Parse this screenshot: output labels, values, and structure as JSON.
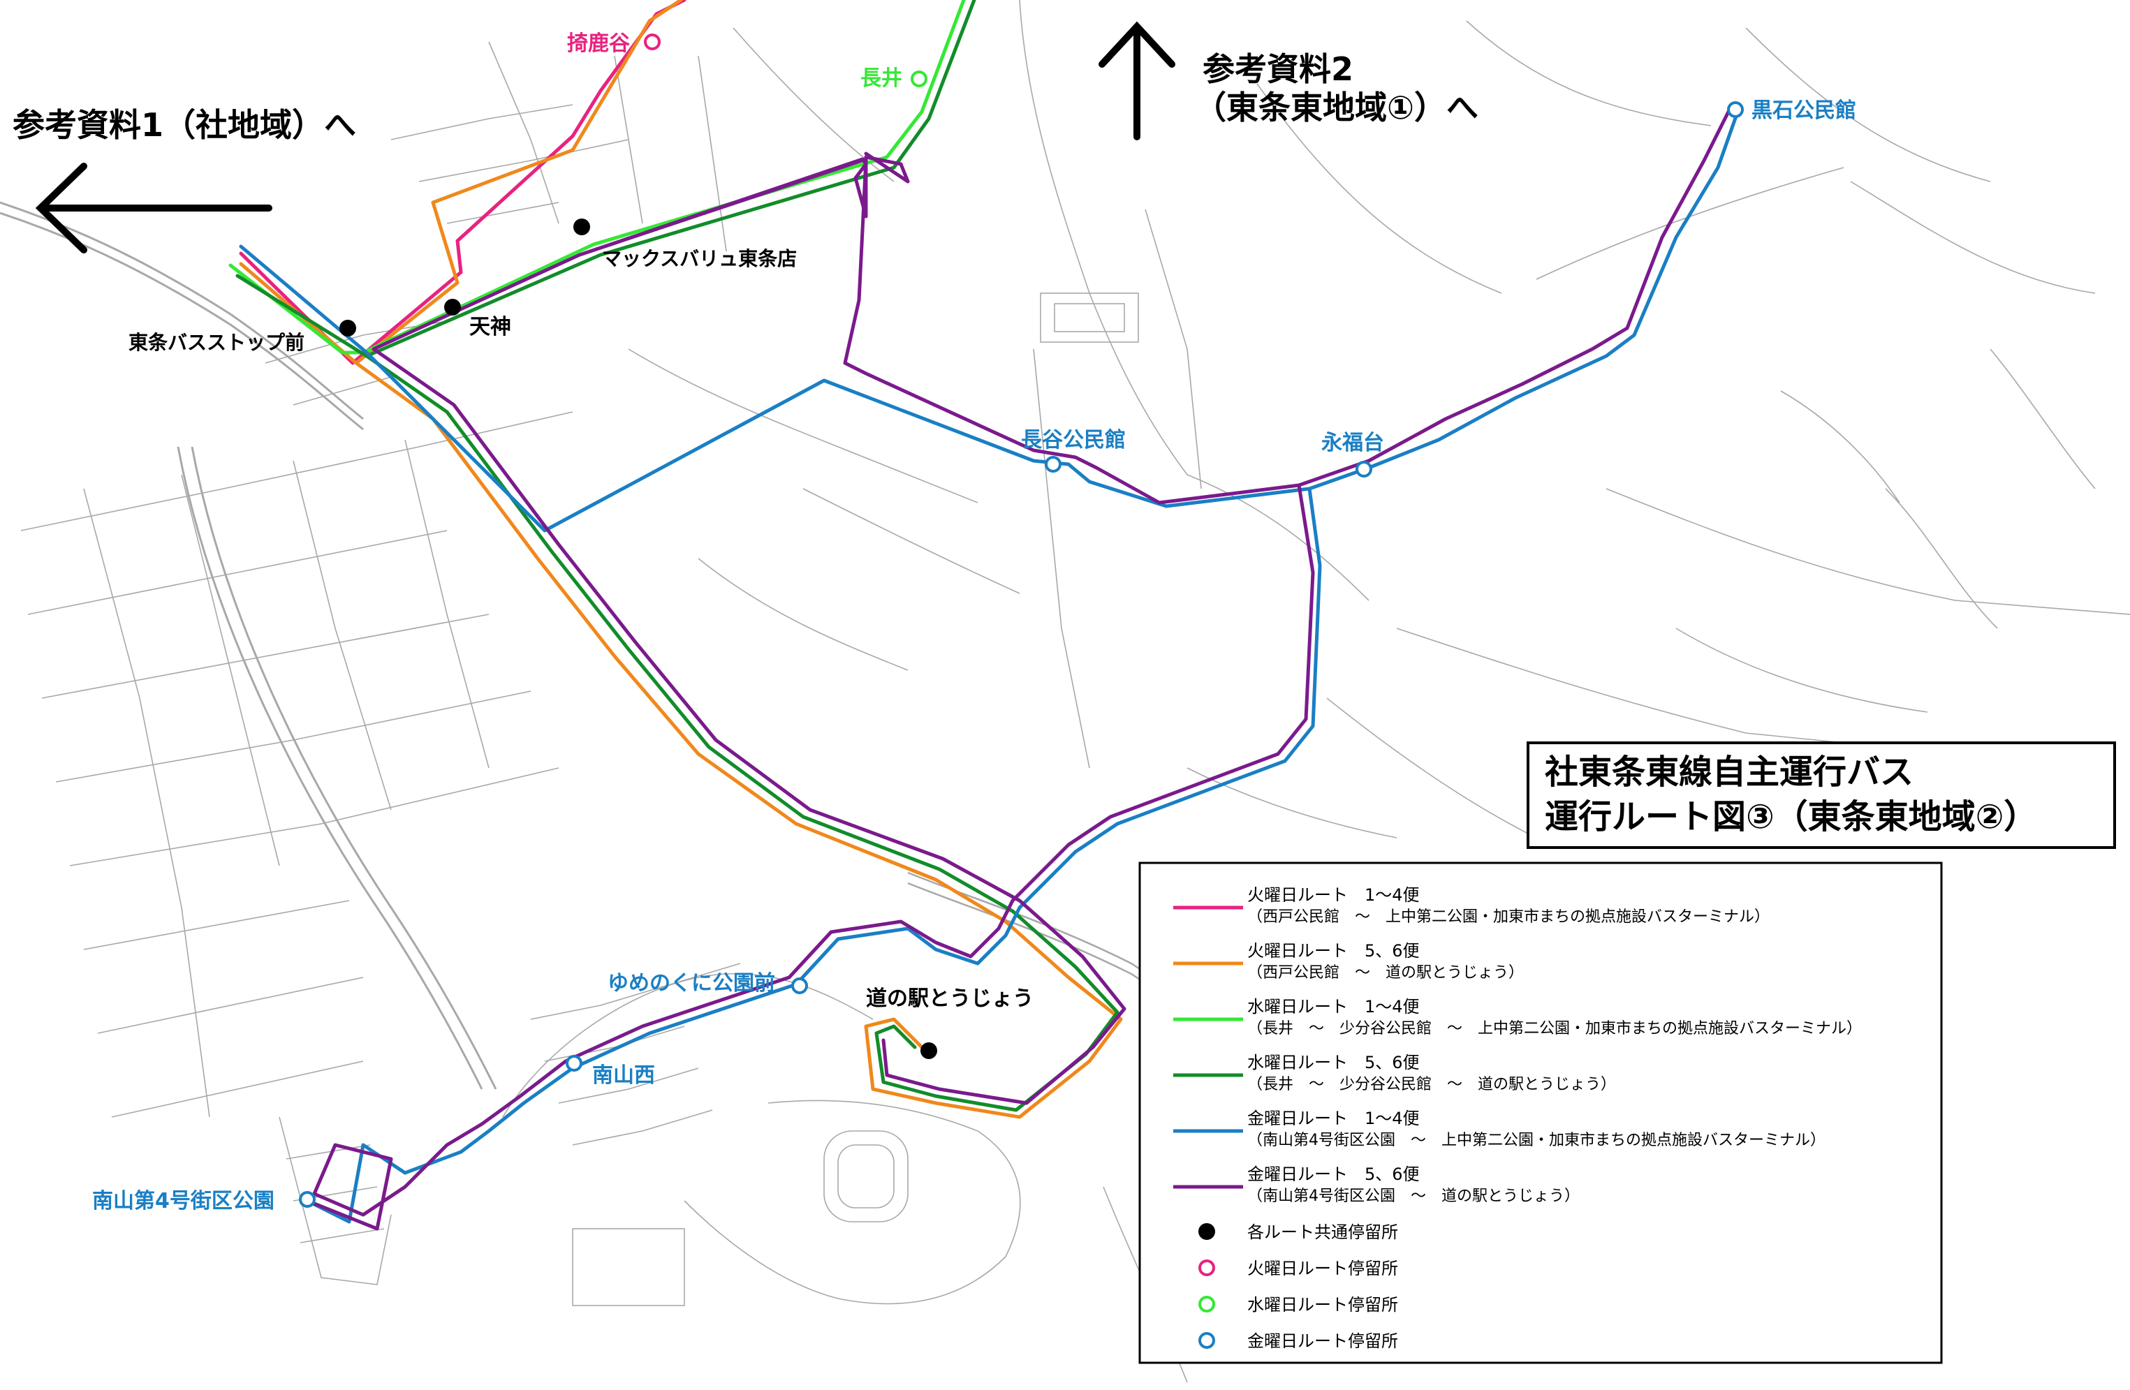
{
  "labels": {
    "ref1": "参考資料1（社地域）へ",
    "ref2_line1": "参考資料2",
    "ref2_line2": "（東条東地域①）へ",
    "title_line1": "社東条東線自主運行バス",
    "title_line2": "運行ルート図③（東条東地域②）"
  },
  "stops": {
    "sashikadani": "掎鹿谷",
    "nagai": "長井",
    "kuroishi": "黒石公民館",
    "maxvalu": "マックスバリュ東条店",
    "tenjin": "天神",
    "tojo_bus": "東条バスストップ前",
    "hasedani": "長谷公民館",
    "eifukudai": "永福台",
    "yumenokuni": "ゆめのくに公園前",
    "michinoeki": "道の駅とうじょう",
    "minamiyama_nishi": "南山西",
    "minamiyama4": "南山第4号街区公園"
  },
  "legend": {
    "routes": [
      {
        "title": "火曜日ルート　1～4便",
        "sub": "（西戸公民館　～　上中第二公園・加東市まちの拠点施設バスターミナル）",
        "color": "#e8227f"
      },
      {
        "title": "火曜日ルート　5、6便",
        "sub": "（西戸公民館　～　道の駅とうじょう）",
        "color": "#f0881c"
      },
      {
        "title": "水曜日ルート　1～4便",
        "sub": "（長井　～　少分谷公民館　～　上中第二公園・加東市まちの拠点施設バスターミナル）",
        "color": "#35e835"
      },
      {
        "title": "水曜日ルート　5、6便",
        "sub": "（長井　～　少分谷公民館　～　道の駅とうじょう）",
        "color": "#128c2a"
      },
      {
        "title": "金曜日ルート　1～4便",
        "sub": "（南山第4号街区公園　～　上中第二公園・加東市まちの拠点施設バスターミナル）",
        "color": "#1a7fc4"
      },
      {
        "title": "金曜日ルート　5、6便",
        "sub": "（南山第4号街区公園　～　道の駅とうじょう）",
        "color": "#7a1a8c"
      }
    ],
    "markers": [
      {
        "label": "各ルート共通停留所",
        "type": "common",
        "color": "#000000"
      },
      {
        "label": "火曜日ルート停留所",
        "type": "tue",
        "color": "#e8227f"
      },
      {
        "label": "水曜日ルート停留所",
        "type": "wed",
        "color": "#35e835"
      },
      {
        "label": "金曜日ルート停留所",
        "type": "fri",
        "color": "#1a7fc4"
      }
    ]
  },
  "colors": {
    "tue14": "#e8227f",
    "tue56": "#f0881c",
    "wed14": "#35e835",
    "wed56": "#128c2a",
    "fri14": "#1a7fc4",
    "fri56": "#7a1a8c",
    "common_stop": "#000000",
    "base_map": "#9a9a9a"
  }
}
